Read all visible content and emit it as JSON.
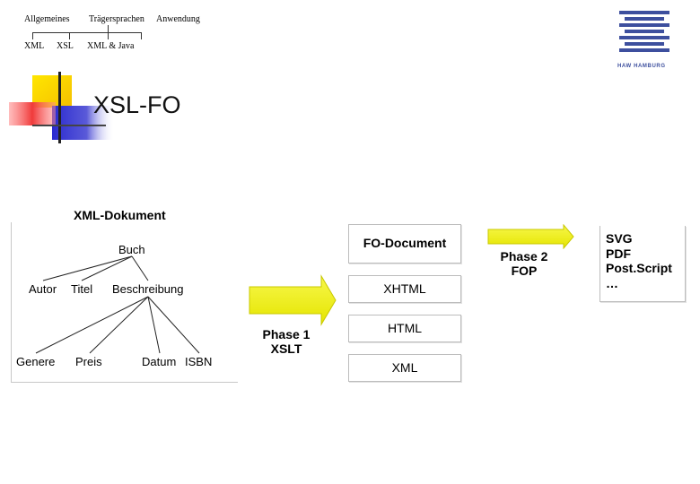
{
  "nav": {
    "top": [
      "Allgemeines",
      "Trägersprachen",
      "Anwendung"
    ],
    "sub": [
      "XML",
      "XSL",
      "XML & Java"
    ]
  },
  "logo": {
    "text": "HAW HAMBURG"
  },
  "slide_title": "XSL-FO",
  "diagram": {
    "xml_doc_title": "XML-Dokument",
    "tree": {
      "root": "Buch",
      "level1": [
        "Autor",
        "Titel",
        "Beschreibung"
      ],
      "level2": [
        "Genere",
        "Preis",
        "Datum",
        "ISBN"
      ]
    },
    "phase1": {
      "label": "Phase 1",
      "sub": "XSLT"
    },
    "phase2": {
      "label": "Phase 2",
      "sub": "FOP"
    },
    "fo_document": "FO-Document",
    "formats": [
      "XHTML",
      "HTML",
      "XML"
    ],
    "outputs": [
      "SVG",
      "PDF",
      "Post.Script",
      "…"
    ]
  },
  "colors": {
    "deco_yellow": "#f5d000",
    "deco_red": "#f05050",
    "deco_blue": "#3a3acc",
    "arrow_yellow": "#f2f21a",
    "logo_blue": "#3d4f9e"
  }
}
